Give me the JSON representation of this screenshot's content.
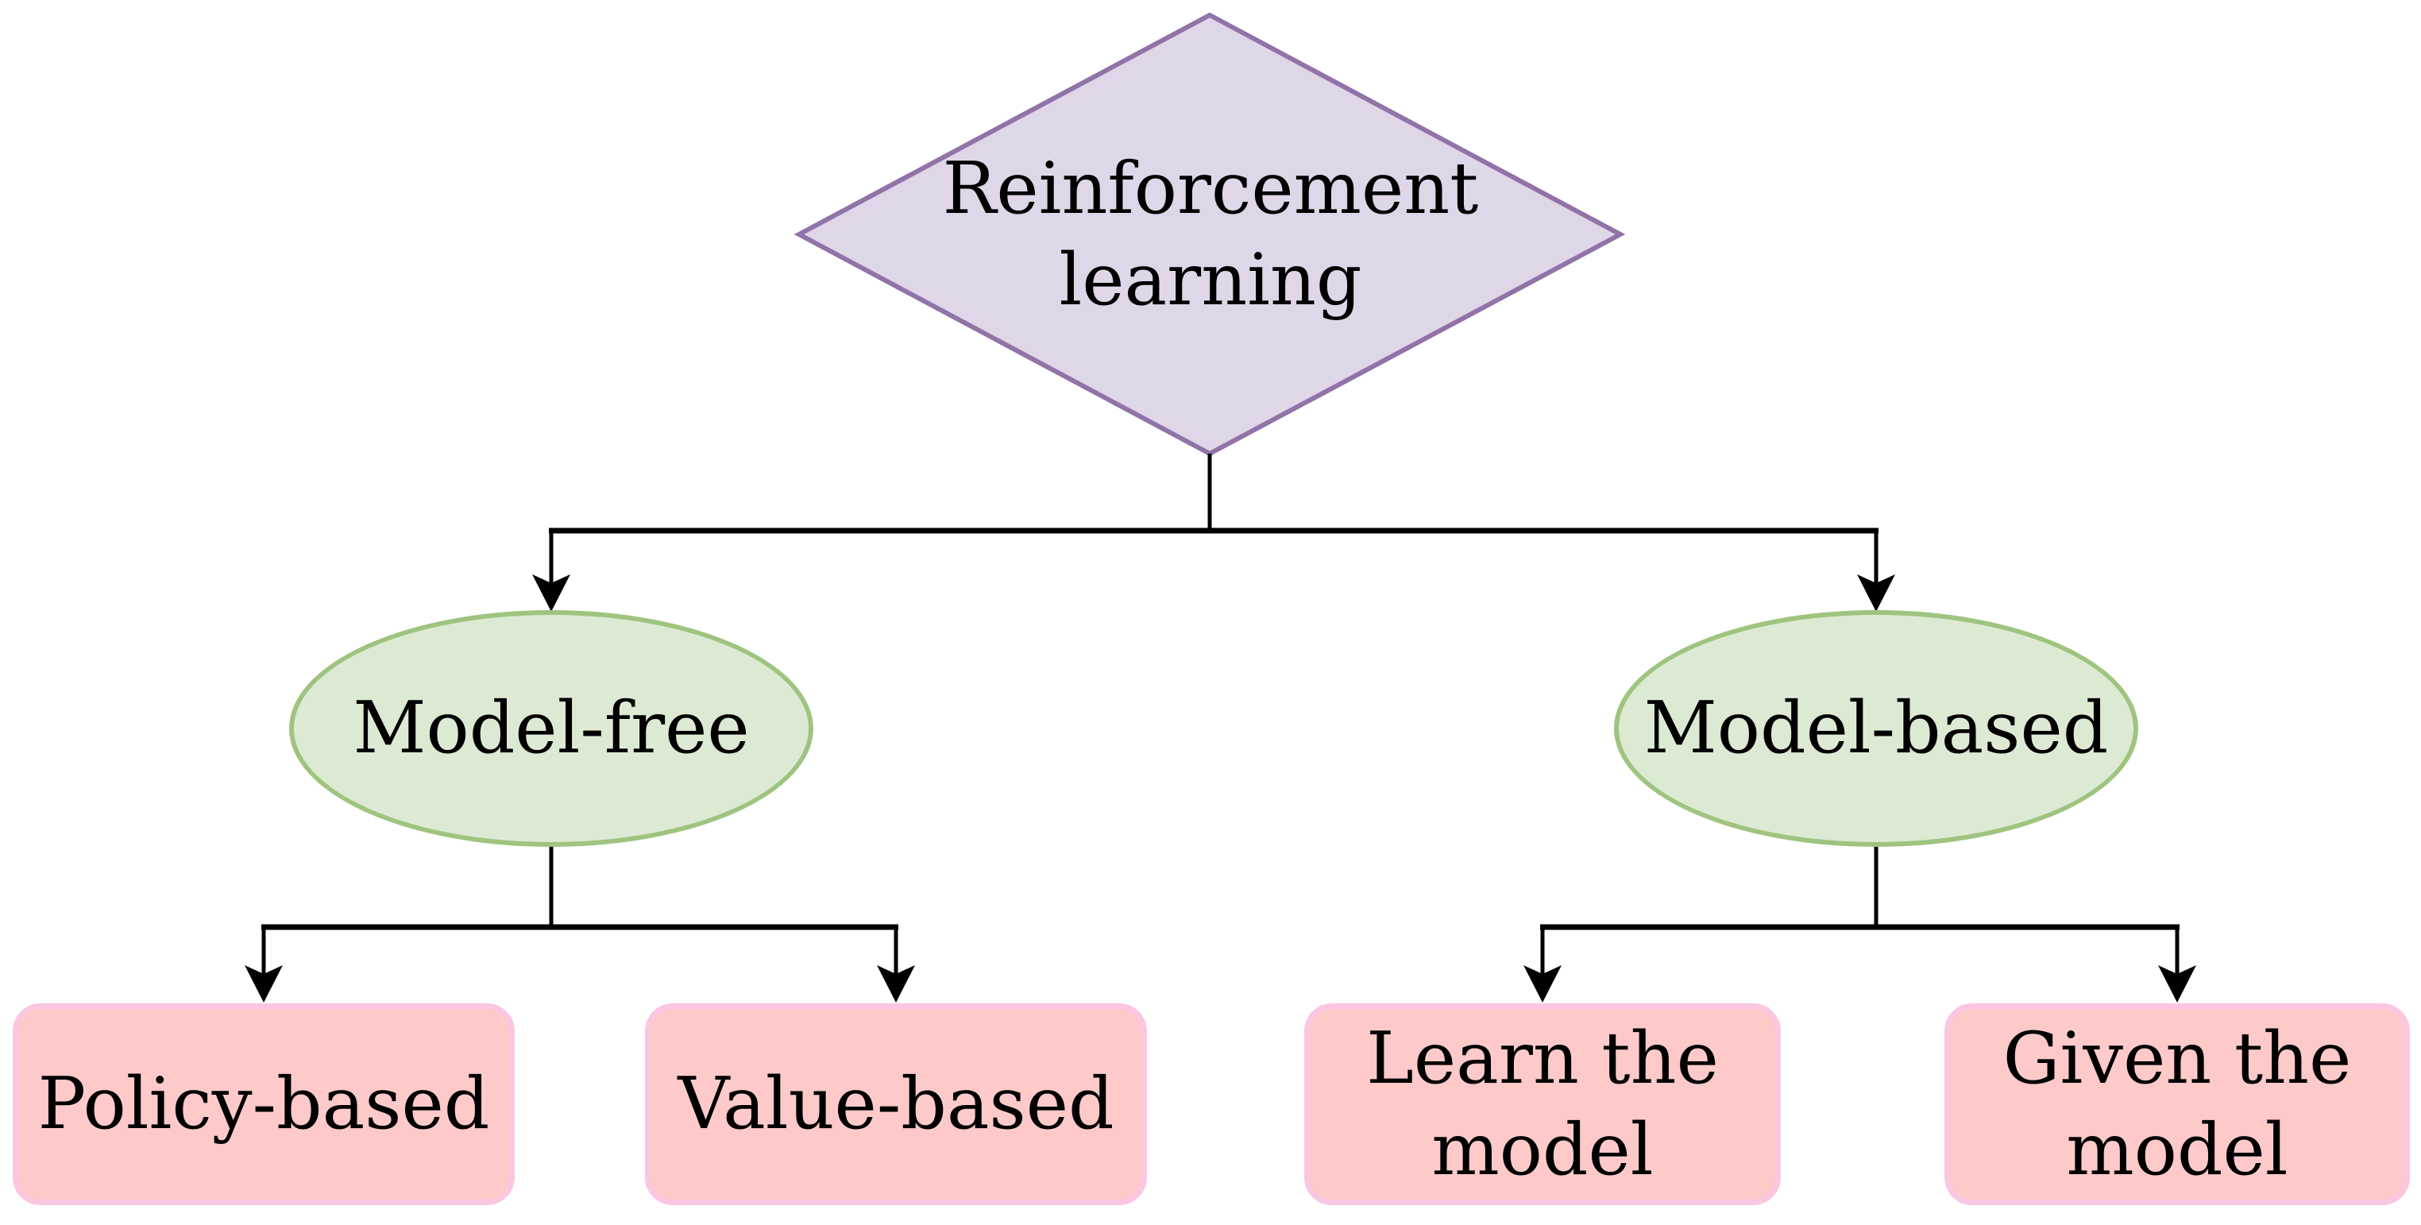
{
  "diagram": {
    "type": "flowchart-tree",
    "direction": "top-down"
  },
  "colors": {
    "background": "#FFFFFF",
    "text": "#000000",
    "edge": "#000000",
    "diamond-fill": "#DFD6E8",
    "diamond-stroke": "#9073A8",
    "ellipse-fill": "#DCEAD4",
    "ellipse-stroke": "#9EC47F",
    "box-fill": "#FDCAC9",
    "box-stroke": "#FAC6E2"
  },
  "nodes": {
    "root": {
      "label": "Reinforcement learning",
      "lines": [
        "Reinforcement",
        "learning"
      ],
      "shape": "diamond"
    },
    "model_free": {
      "label": "Model-free",
      "shape": "ellipse"
    },
    "model_based": {
      "label": "Model-based",
      "shape": "ellipse"
    },
    "policy_based": {
      "label": "Policy-based",
      "shape": "rounded-rect"
    },
    "value_based": {
      "label": "Value-based",
      "shape": "rounded-rect"
    },
    "learn_model": {
      "label": "Learn the model",
      "lines": [
        "Learn the",
        "model"
      ],
      "shape": "rounded-rect"
    },
    "given_model": {
      "label": "Given the model",
      "lines": [
        "Given the",
        "model"
      ],
      "shape": "rounded-rect"
    }
  },
  "edges": [
    {
      "from": "root",
      "to": "model_free"
    },
    {
      "from": "root",
      "to": "model_based"
    },
    {
      "from": "model_free",
      "to": "policy_based"
    },
    {
      "from": "model_free",
      "to": "value_based"
    },
    {
      "from": "model_based",
      "to": "learn_model"
    },
    {
      "from": "model_based",
      "to": "given_model"
    }
  ]
}
